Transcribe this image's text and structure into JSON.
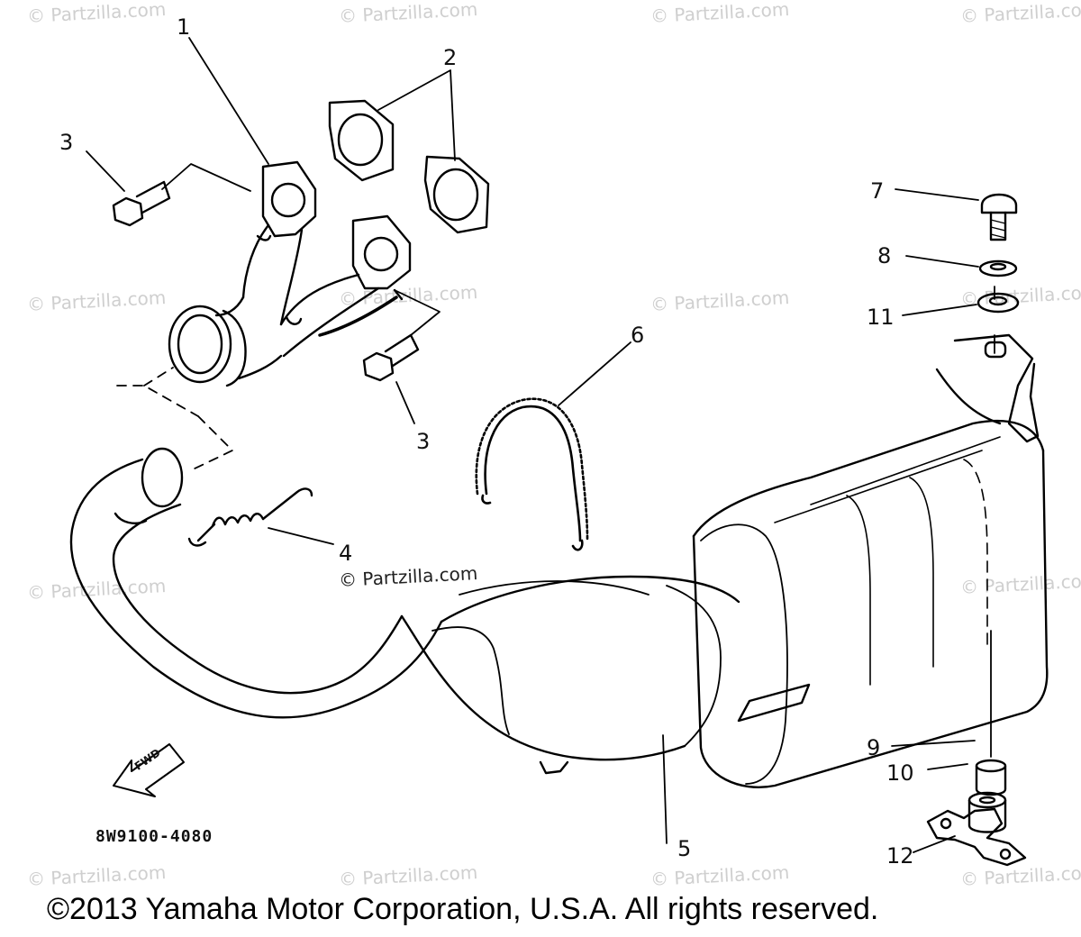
{
  "diagram": {
    "reference_code": "8W9100-4080",
    "copyright": "©2013 Yamaha Motor Corporation, U.S.A. All rights reserved.",
    "watermark": "© Partzilla.com",
    "fwd_label": "FWD",
    "callouts": [
      "1",
      "2",
      "3",
      "3",
      "4",
      "5",
      "6",
      "7",
      "8",
      "11",
      "9",
      "10",
      "12"
    ],
    "line_color": "#000000",
    "watermark_color": "#cfcfcf"
  }
}
